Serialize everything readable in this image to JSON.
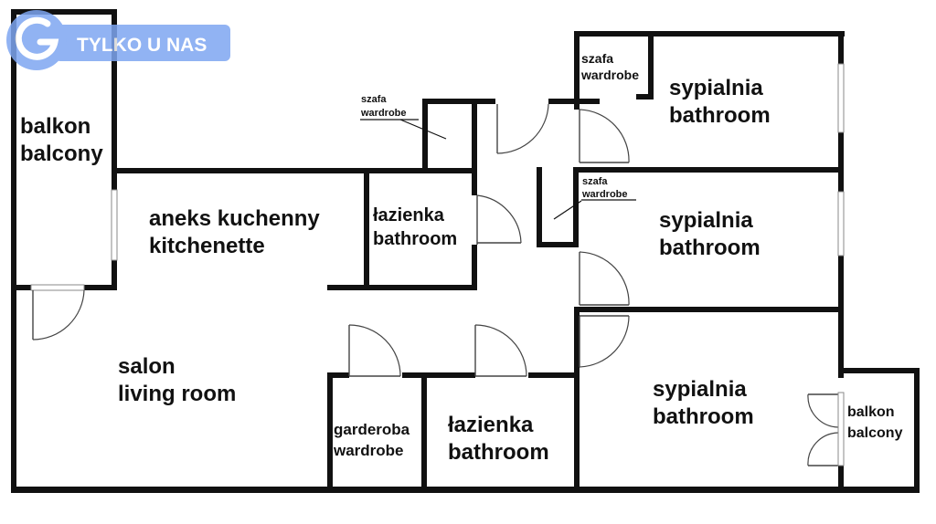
{
  "logo": {
    "text": "TYLKO U NAS",
    "brand_color": "#7ea6f1"
  },
  "rooms": {
    "balkon_left": [
      "balkon",
      "balcony"
    ],
    "aneks": [
      "aneks kuchenny",
      "kitchenette"
    ],
    "lazienka_top": [
      "łazienka",
      "bathroom"
    ],
    "salon": [
      "salon",
      "living room"
    ],
    "garderoba": [
      "garderoba",
      "wardrobe"
    ],
    "lazienka_bottom": [
      "łazienka",
      "bathroom"
    ],
    "sypialnia_top": [
      "sypialnia",
      "bathroom"
    ],
    "sypialnia_mid": [
      "sypialnia",
      "bathroom"
    ],
    "sypialnia_bottom": [
      "sypialnia",
      "bathroom"
    ],
    "balkon_right": [
      "balkon",
      "balcony"
    ],
    "szafa_top": [
      "szafa",
      "wardrobe"
    ],
    "szafa_hall": [
      "szafa",
      "wardrobe"
    ],
    "szafa_mid": [
      "szafa",
      "wardrobe"
    ]
  }
}
